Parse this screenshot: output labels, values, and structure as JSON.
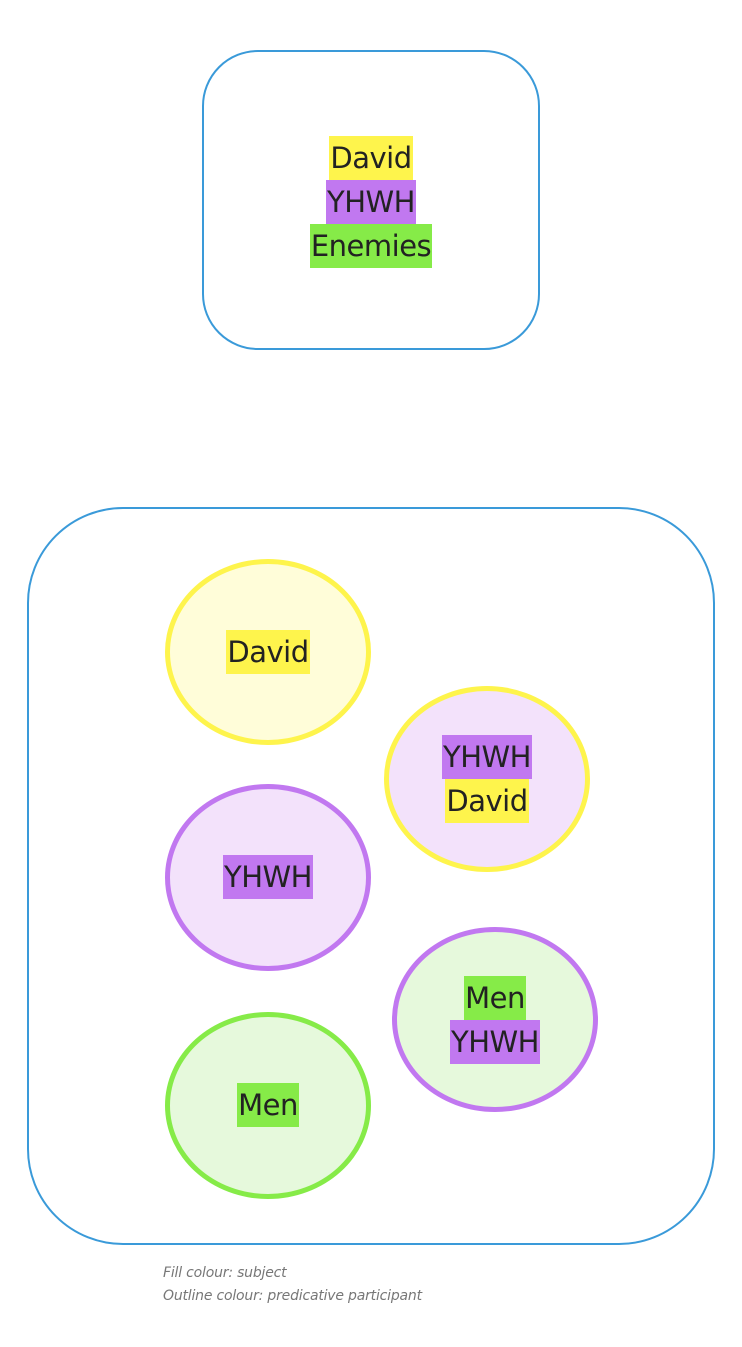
{
  "colors": {
    "frame_border": "#3a9ad9",
    "david": "#fef44c",
    "yhwh": "#c178f0",
    "men": "#86eb48",
    "david_fill": "#fffdd9",
    "yhwh_fill": "#f3e2fb",
    "men_fill": "#e6f9dc"
  },
  "top_group": {
    "labels": [
      {
        "text": "David",
        "role": "david"
      },
      {
        "text": "YHWH",
        "role": "yhwh"
      },
      {
        "text": "Enemies",
        "role": "men"
      }
    ]
  },
  "nodes": [
    {
      "id": "david",
      "fill": "david",
      "outline": "david",
      "labels": [
        {
          "text": "David",
          "role": "david"
        }
      ]
    },
    {
      "id": "yhwh-david",
      "fill": "yhwh",
      "outline": "david",
      "labels": [
        {
          "text": "YHWH",
          "role": "yhwh"
        },
        {
          "text": "David",
          "role": "david"
        }
      ]
    },
    {
      "id": "yhwh",
      "fill": "yhwh",
      "outline": "yhwh",
      "labels": [
        {
          "text": "YHWH",
          "role": "yhwh"
        }
      ]
    },
    {
      "id": "men-yhwh",
      "fill": "men",
      "outline": "yhwh",
      "labels": [
        {
          "text": "Men",
          "role": "men"
        },
        {
          "text": "YHWH",
          "role": "yhwh"
        }
      ]
    },
    {
      "id": "men",
      "fill": "men",
      "outline": "men",
      "labels": [
        {
          "text": "Men",
          "role": "men"
        }
      ]
    }
  ],
  "legend": {
    "fill_note": "Fill colour: subject",
    "outline_note": "Outline colour: predicative participant"
  }
}
